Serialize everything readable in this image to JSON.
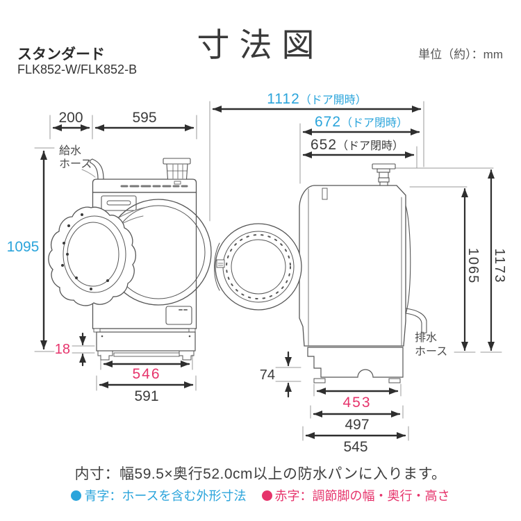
{
  "header": {
    "title": "寸法図",
    "series": "スタンダード",
    "model": "FLK852-W/FLK852-B",
    "unit": "単位（約）：mm"
  },
  "colors": {
    "blue_accent": "#2AA4DB",
    "red_accent": "#E6336B",
    "line": "#3e3e3e"
  },
  "front_view": {
    "hose_label": [
      "給水",
      "ホース"
    ],
    "dims": {
      "left_offset": "200",
      "top_width": "595",
      "height_with_hose": "1095",
      "foot_height": "18",
      "feet_width": "546",
      "body_width": "591"
    }
  },
  "side_view": {
    "hose_label": [
      "排水",
      "ホース"
    ],
    "dims": {
      "door_open": {
        "value": "1112",
        "note": "（ドア開時）"
      },
      "door_closed_hose": {
        "value": "672",
        "note": "（ドア閉時）"
      },
      "door_closed": {
        "value": "652",
        "note": "（ドア閉時）"
      },
      "body_height": "1065",
      "height_with_hose": "1173",
      "base_height": "74",
      "feet_depth": "453",
      "base_depth": "497",
      "total_depth": "545"
    }
  },
  "footer": {
    "note": "内寸：幅59.5×奥行52.0cm以上の防水パンに入ります。",
    "legend": [
      {
        "text": "青字：ホースを含む外形寸法",
        "color": "#2AA4DB"
      },
      {
        "text": "赤字：調節脚の幅・奥行・高さ",
        "color": "#E6336B"
      }
    ]
  }
}
